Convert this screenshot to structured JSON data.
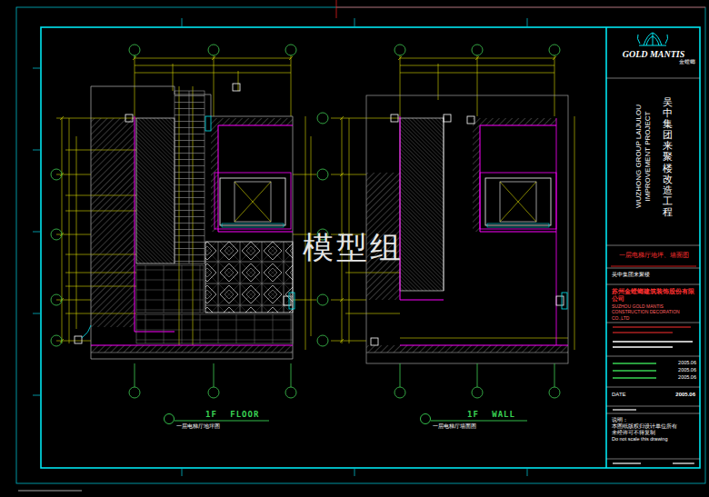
{
  "diagram": {
    "nodes": [
      {
        "text": [
          "GOLD MANTIS",
          "金螳螂"
        ]
      },
      {
        "text": [
          "WUZHONG GROUP LAIJULOU IMPROVEMENT PROJECT",
          "吴中集团来聚楼改造工程"
        ]
      },
      {
        "text": [
          "一层电梯厅地坪、墙面图"
        ]
      },
      {
        "text": [
          "吴中集团来聚楼"
        ]
      },
      {
        "text": [
          "苏州金螳螂建筑装饰股份有限公司",
          "SUZHOU GOLD MANTIS CONSTRUCTION DECORATION CO.,LTD"
        ]
      },
      {
        "text": [
          "2005.06",
          "2005.06",
          "2005.06"
        ]
      },
      {
        "text": [
          "DATE",
          "2005.06"
        ]
      },
      {
        "text": [
          "说明：",
          "本图纸版权归设计单位所有",
          "未经许可不得复制",
          "Do not scale this drawing"
        ]
      }
    ],
    "labels": [
      "模型组",
      "1F FLOOR",
      "一层电梯厅地坪图",
      "1F WALL",
      "一层电梯厅墙面图"
    ]
  }
}
